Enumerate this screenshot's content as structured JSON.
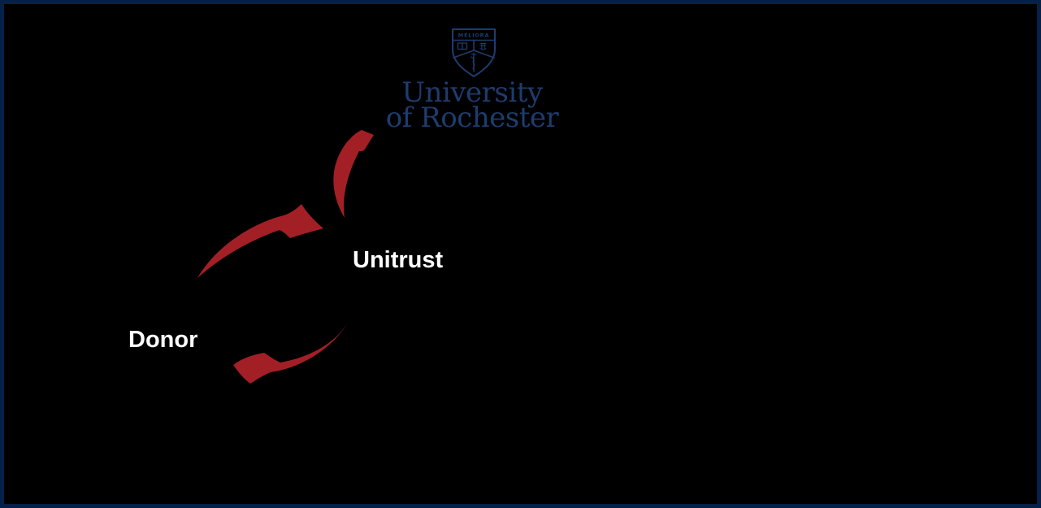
{
  "logo": {
    "motto": "MELIORA",
    "wordmark_line1": "University",
    "wordmark_line2": "of Rochester"
  },
  "diagram": {
    "nodes": {
      "donor": "Donor",
      "unitrust": "Unitrust"
    },
    "arrows": [
      {
        "name": "donor-to-unitrust"
      },
      {
        "name": "unitrust-to-university"
      },
      {
        "name": "unitrust-to-donor"
      }
    ]
  },
  "colors": {
    "background": "#000000",
    "border_navy": "#05214a",
    "logo_blue": "#1e3c6e",
    "arrow_red": "#a31f26",
    "label_white": "#ffffff"
  }
}
